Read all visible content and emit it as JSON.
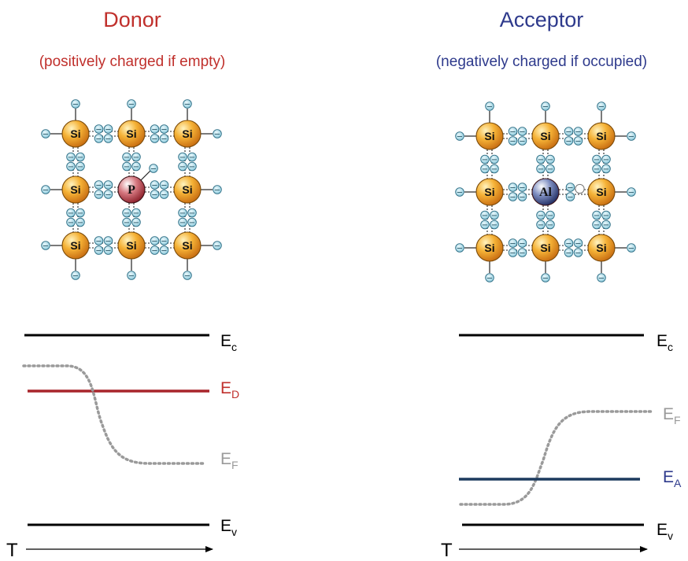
{
  "colors": {
    "donor": "#c0302c",
    "acceptor": "#2e3a8c",
    "acceptor_level": "#1c3a5e",
    "fermi": "#9a9a9a",
    "band": "#000000",
    "si_atom": "#f0a020",
    "p_atom": "#a8303a",
    "al_atom": "#283a78",
    "electron": "#a9d8e6"
  },
  "donor": {
    "title": "Donor",
    "subtitle": "(positively charged if empty)",
    "host_atom": "Si",
    "impurity_atom": "P",
    "levels": {
      "ec": {
        "main": "E",
        "sub": "c"
      },
      "ed": {
        "main": "E",
        "sub": "D"
      },
      "ef": {
        "main": "E",
        "sub": "F"
      },
      "ev": {
        "main": "E",
        "sub": "v"
      }
    },
    "axis_label": "T"
  },
  "acceptor": {
    "title": "Acceptor",
    "subtitle": "(negatively charged if occupied)",
    "host_atom": "Si",
    "impurity_atom": "Al",
    "levels": {
      "ec": {
        "main": "E",
        "sub": "c"
      },
      "ef": {
        "main": "E",
        "sub": "F"
      },
      "ea": {
        "main": "E",
        "sub": "A"
      },
      "ev": {
        "main": "E",
        "sub": "v"
      }
    },
    "axis_label": "T"
  },
  "electron_symbol": "−"
}
